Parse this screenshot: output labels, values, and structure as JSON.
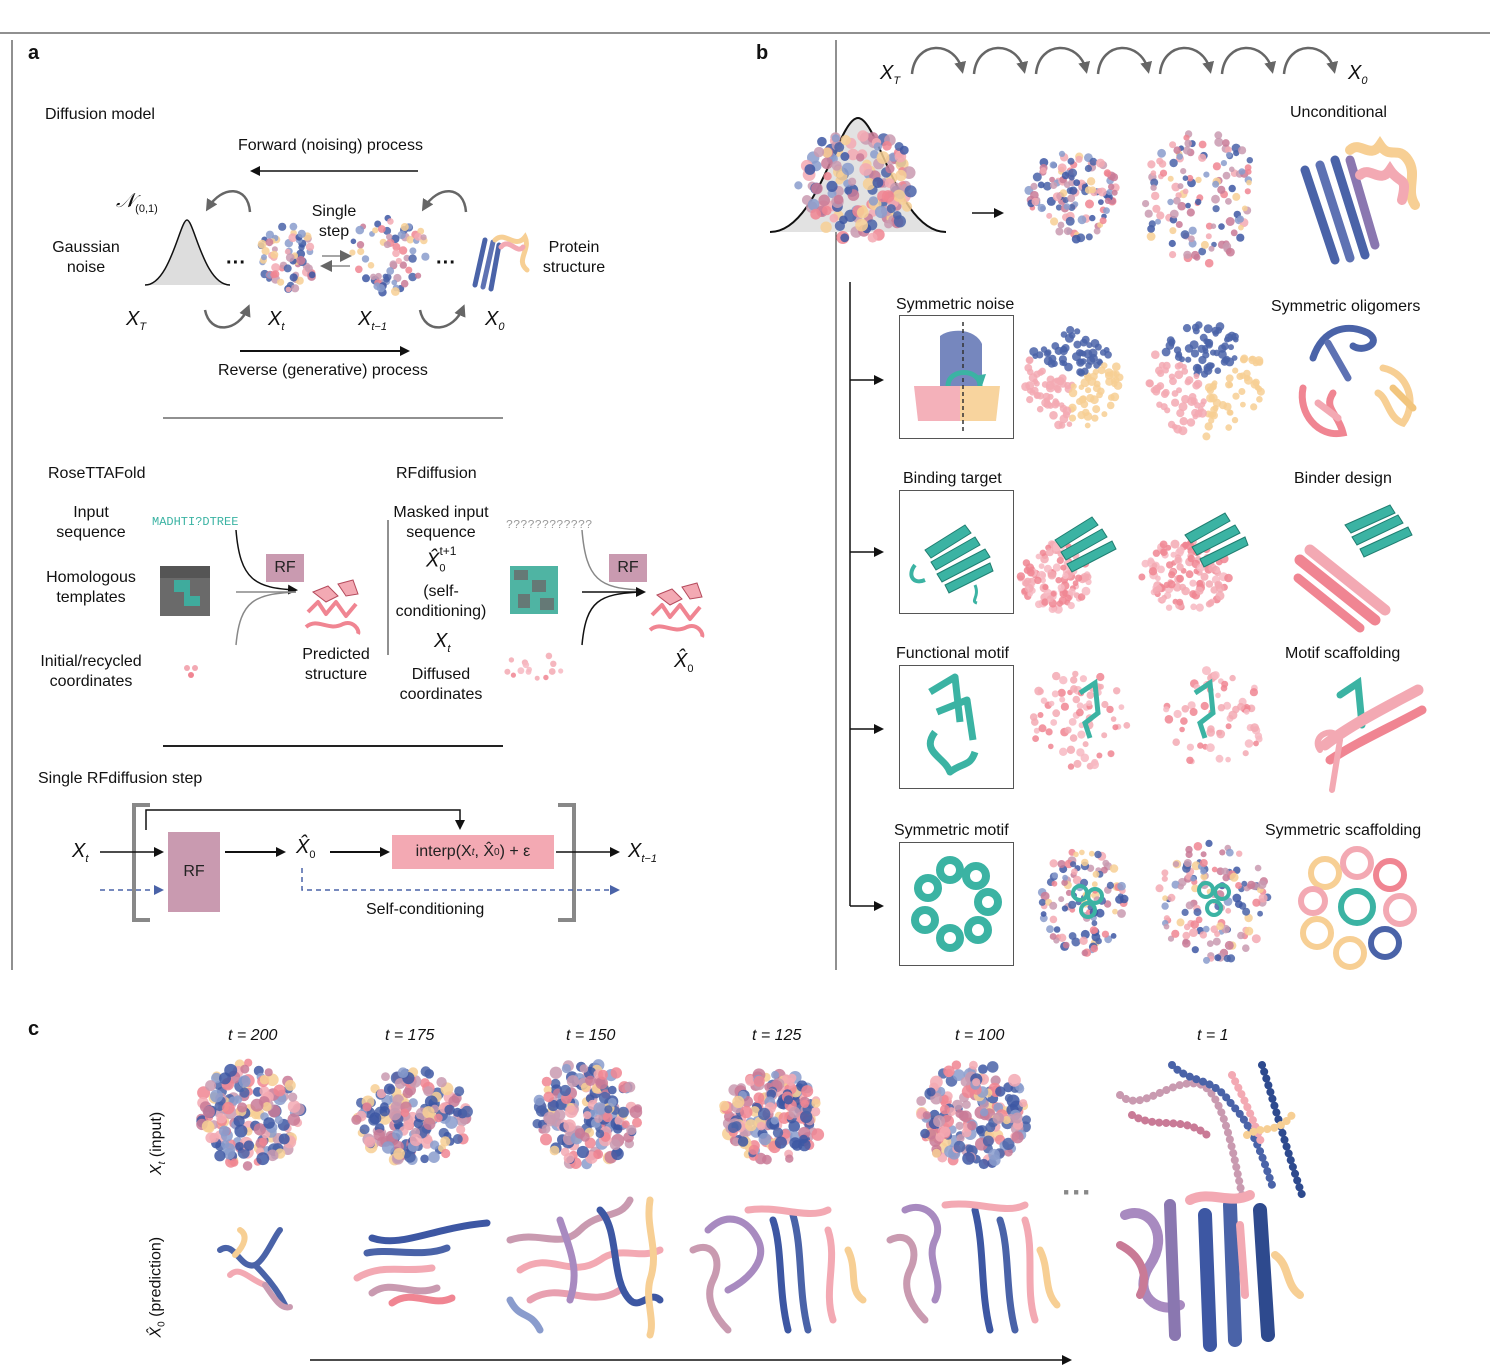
{
  "panels": {
    "a": "a",
    "b": "b",
    "c": "c"
  },
  "panel_a": {
    "diffusion_model": "Diffusion model",
    "forward_process": "Forward (noising) process",
    "reverse_process": "Reverse (generative) process",
    "normal_symbol": "𝒩",
    "normal_sub": "(0,1)",
    "gaussian_noise_1": "Gaussian",
    "gaussian_noise_2": "noise",
    "single_step_1": "Single",
    "single_step_2": "step",
    "protein_structure_1": "Protein",
    "protein_structure_2": "structure",
    "dots": "···",
    "xT": "X",
    "xT_sub": "T",
    "xt": "X",
    "xt_sub": "t",
    "xt1": "X",
    "xt1_sub": "t−1",
    "x0": "X",
    "x0_sub": "0",
    "rosettafold": "RoseTTAFold",
    "rfdiffusion": "RFdiffusion",
    "input_sequence_1": "Input",
    "input_sequence_2": "sequence",
    "sequence_text": "MADHTI?DTREE",
    "homologous_1": "Homologous",
    "homologous_2": "templates",
    "initial_1": "Initial/recycled",
    "initial_2": "coordinates",
    "rf": "RF",
    "predicted_1": "Predicted",
    "predicted_2": "structure",
    "masked_1": "Masked input",
    "masked_2": "sequence",
    "masked_text": "????????????",
    "x0hat_sup": "t+1",
    "self_cond_1": "(self-",
    "self_cond_2": "conditioning)",
    "diffused_1": "Diffused",
    "diffused_2": "coordinates",
    "single_rf_step": "Single RFdiffusion step",
    "interp": "interp(X",
    "interp_mid": ", X̂",
    "interp_end": ") + ε",
    "self_conditioning": "Self-conditioning"
  },
  "panel_b": {
    "xT": "X",
    "xT_sub": "T",
    "x0": "X",
    "x0_sub": "0",
    "unconditional": "Unconditional",
    "symmetric_noise": "Symmetric noise",
    "symmetric_oligomers": "Symmetric oligomers",
    "binding_target": "Binding target",
    "binder_design": "Binder design",
    "functional_motif": "Functional motif",
    "motif_scaffolding": "Motif scaffolding",
    "symmetric_motif": "Symmetric motif",
    "symmetric_scaffolding": "Symmetric scaffolding"
  },
  "panel_c": {
    "timesteps": [
      "t = 200",
      "t = 175",
      "t = 150",
      "t = 125",
      "t = 100",
      "t = 1"
    ],
    "row1_label": "X",
    "row1_sub": "t",
    "row1_rest": " (input)",
    "row2_label": "X̂",
    "row2_sub": "0",
    "row2_rest": " (prediction)",
    "ellipsis": "···"
  },
  "colors": {
    "blue": "#4a63a8",
    "pink": "#f3a9b3",
    "peach": "#f7cf94",
    "teal": "#3bb3a3",
    "mauve": "#c99ab0",
    "grey": "#666666"
  }
}
